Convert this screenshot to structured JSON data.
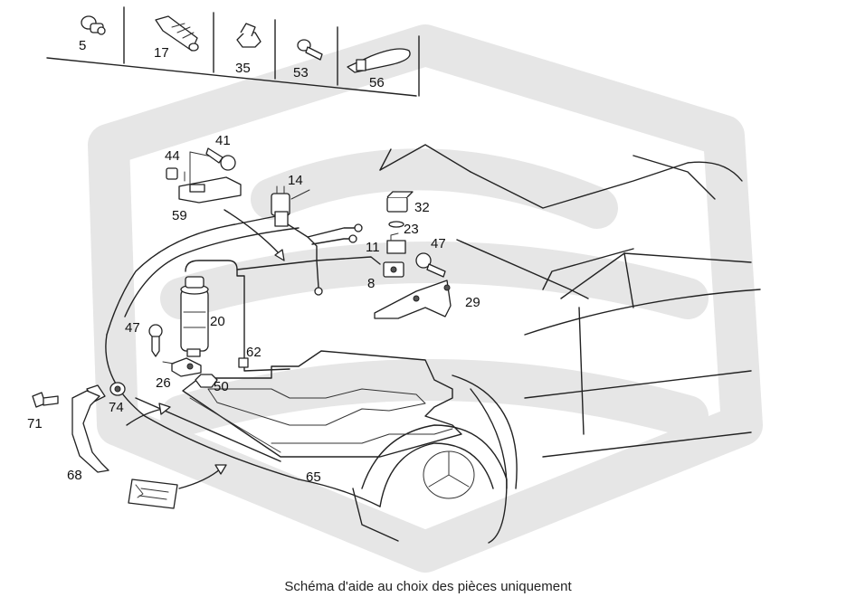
{
  "legend_parts": [
    "5",
    "17",
    "35",
    "53",
    "56"
  ],
  "callouts": {
    "c41": "41",
    "c44": "44",
    "c59": "59",
    "c14": "14",
    "c32": "32",
    "c23": "23",
    "c11": "11",
    "c47a": "47",
    "c8": "8",
    "c29": "29",
    "c20": "20",
    "c47b": "47",
    "c62": "62",
    "c26": "26",
    "c50": "50",
    "c74": "74",
    "c71": "71",
    "c68": "68",
    "c65": "65"
  },
  "caption": "Schéma d'aide au choix des pièces uniquement",
  "colors": {
    "line": "#222222",
    "watermark": "#e6e6e6",
    "background": "#ffffff"
  }
}
